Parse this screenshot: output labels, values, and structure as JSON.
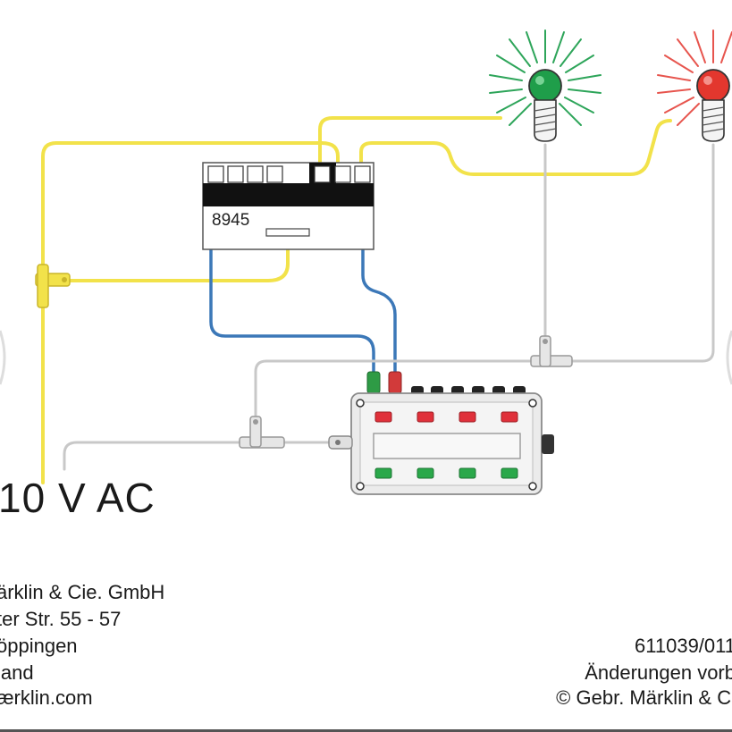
{
  "decoder": {
    "label": "8945"
  },
  "voltage_label": "10 V AC",
  "address_lines": [
    "ärklin & Cie. GmbH",
    "ter Str. 55 - 57",
    "öppingen",
    "land",
    "ærklin.com"
  ],
  "notes_lines": [
    "611039/011",
    "Änderungen vorb",
    "© Gebr. Märklin & Ci"
  ],
  "colors": {
    "wire_yellow": "#f2e24a",
    "wire_blue": "#3c78b8",
    "wire_gray": "#c8c8c8",
    "lamp_green": "#1f9e4a",
    "lamp_red": "#e3372e",
    "button_red": "#e0303a",
    "button_green": "#2aa84a",
    "plug_green": "#2e9b45",
    "plug_red": "#d23a3a"
  },
  "icons": [
    "green-signal-lamp-icon",
    "red-signal-lamp-icon",
    "yellow-t-connector-icon",
    "gray-t-connector-icon",
    "control-panel-icon",
    "decoder-module-icon"
  ]
}
